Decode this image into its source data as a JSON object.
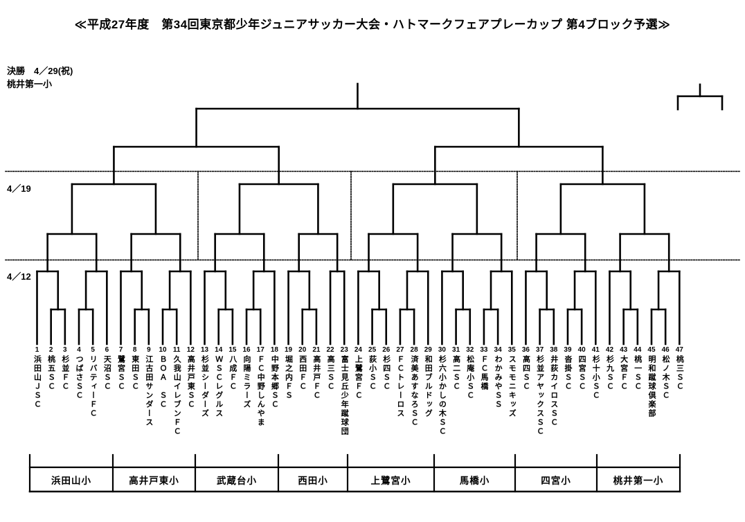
{
  "title": "≪平成27年度　第34回東京都少年ジュニアサッカー大会・ハトマークフェアプレーカップ 第4ブロック予選≫",
  "annotations": {
    "final_label": "決勝　4／29(祝)",
    "final_venue": "桃井第一小",
    "round_419_label": "4／19",
    "round_412_label": "4／12"
  },
  "teams": [
    {
      "no": "1",
      "name": "浜田山ＪＳＣ"
    },
    {
      "no": "2",
      "name": "桃五ＳＣ"
    },
    {
      "no": "3",
      "name": "杉並ＦＣ"
    },
    {
      "no": "4",
      "name": "つばさＳＣ"
    },
    {
      "no": "5",
      "name": "リバティーＦＣ"
    },
    {
      "no": "6",
      "name": "天沼ＳＣ"
    },
    {
      "no": "7",
      "name": "鷺宮ＳＣ"
    },
    {
      "no": "8",
      "name": "東田ＳＣ"
    },
    {
      "no": "9",
      "name": "江古田サンダース"
    },
    {
      "no": "10",
      "name": "ＢＯＡ　ＳＣ"
    },
    {
      "no": "11",
      "name": "久我山イレブンＦＣ"
    },
    {
      "no": "12",
      "name": "高井戸東ＳＣ"
    },
    {
      "no": "13",
      "name": "杉並シーダーズ"
    },
    {
      "no": "14",
      "name": "ＷＳＣレグルス"
    },
    {
      "no": "15",
      "name": "八成ＦＣ"
    },
    {
      "no": "16",
      "name": "向陽ミラーズ"
    },
    {
      "no": "17",
      "name": "ＦＣ中野しんやま"
    },
    {
      "no": "18",
      "name": "中野本郷ＳＣ"
    },
    {
      "no": "19",
      "name": "堀之内ＦＳ"
    },
    {
      "no": "20",
      "name": "西田ＦＣ"
    },
    {
      "no": "21",
      "name": "高井戸ＦＣ"
    },
    {
      "no": "22",
      "name": "高三ＳＣ"
    },
    {
      "no": "23",
      "name": "富士見丘少年蹴球団"
    },
    {
      "no": "24",
      "name": "上鷺宮ＦＣ"
    },
    {
      "no": "25",
      "name": "荻小ＳＣ"
    },
    {
      "no": "26",
      "name": "杉四ＳＣ"
    },
    {
      "no": "27",
      "name": "ＦＣトレーロス"
    },
    {
      "no": "28",
      "name": "済美あすなろＳＣ"
    },
    {
      "no": "29",
      "name": "和田ブルドッグ"
    },
    {
      "no": "30",
      "name": "杉六小かしの木ＳＣ"
    },
    {
      "no": "31",
      "name": "高二ＳＣ"
    },
    {
      "no": "32",
      "name": "松庵小ＳＣ"
    },
    {
      "no": "33",
      "name": "ＦＣ馬橋"
    },
    {
      "no": "34",
      "name": "わかみやＳＳ"
    },
    {
      "no": "35",
      "name": "スモモニキッズ"
    },
    {
      "no": "36",
      "name": "高四ＳＣ"
    },
    {
      "no": "37",
      "name": "杉並アヤックスＳＣ"
    },
    {
      "no": "38",
      "name": "井荻カイロスＳＣ"
    },
    {
      "no": "39",
      "name": "沓掛ＳＣ"
    },
    {
      "no": "40",
      "name": "四宮ＳＣ"
    },
    {
      "no": "41",
      "name": "杉十小ＳＣ"
    },
    {
      "no": "42",
      "name": "杉九ＳＣ"
    },
    {
      "no": "43",
      "name": "大宮ＦＣ"
    },
    {
      "no": "44",
      "name": "桃一ＳＣ"
    },
    {
      "no": "45",
      "name": "明和蹴球倶楽部"
    },
    {
      "no": "46",
      "name": "松ノ木ＳＣ"
    },
    {
      "no": "47",
      "name": "桃三ＳＣ"
    }
  ],
  "venues": [
    "浜田山小",
    "高井戸東小",
    "武蔵台小",
    "西田小",
    "上鷺宮小",
    "馬橋小",
    "四宮小",
    "桃井第一小"
  ],
  "bracket": {
    "rounds": [
      "final",
      "semifinal",
      "quarterfinal",
      "block-final",
      "second-round",
      "first-round"
    ],
    "tree": [
      [
        [
          [
            [
              1,
              [
                2,
                3
              ]
            ],
            [
              [
                4,
                5
              ],
              6
            ]
          ],
          [
            [
              7,
              [
                8,
                9
              ]
            ],
            [
              [
                10,
                11
              ],
              12
            ]
          ]
        ],
        [
          [
            [
              13,
              [
                14,
                15
              ]
            ],
            [
              [
                16,
                17
              ],
              18
            ]
          ],
          [
            [
              19,
              [
                20,
                21
              ]
            ],
            [
              22,
              23
            ]
          ]
        ]
      ],
      [
        [
          [
            [
              24,
              [
                25,
                26
              ]
            ],
            [
              [
                27,
                28
              ],
              29
            ]
          ],
          [
            [
              30,
              [
                31,
                32
              ]
            ],
            [
              [
                33,
                34
              ],
              35
            ]
          ]
        ],
        [
          [
            [
              36,
              [
                37,
                38
              ]
            ],
            [
              [
                39,
                40
              ],
              41
            ]
          ],
          [
            [
              42,
              [
                43,
                44
              ]
            ],
            [
              [
                45,
                46
              ],
              47
            ]
          ]
        ]
      ]
    ],
    "has_third_place_mark": true
  },
  "colors": {
    "line": "#000000",
    "background": "#ffffff"
  }
}
